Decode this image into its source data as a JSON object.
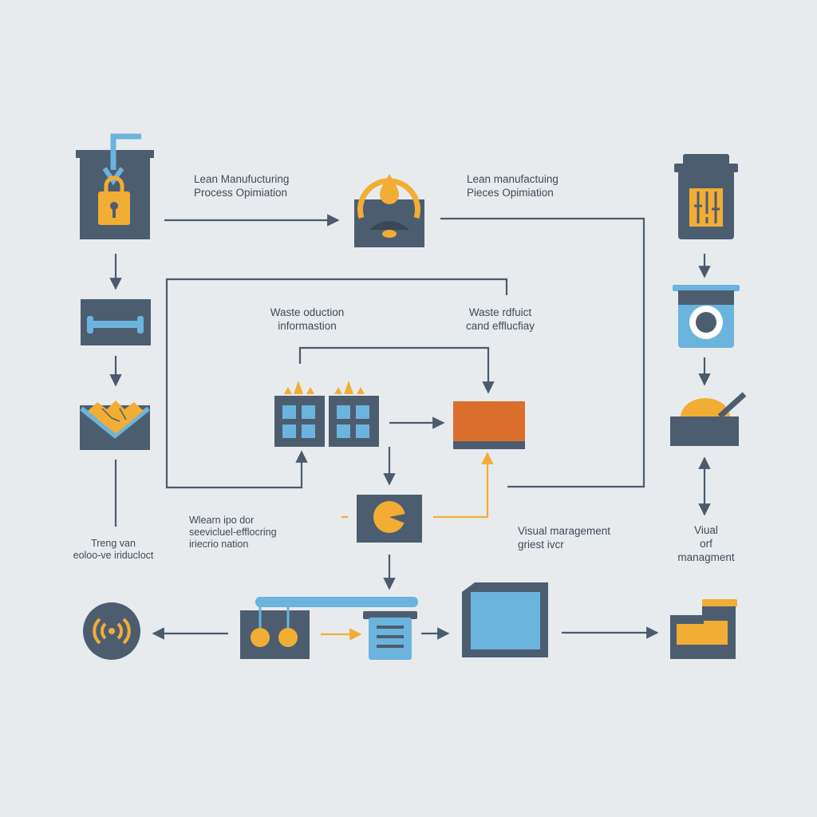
{
  "colors": {
    "background": "#e7ebed",
    "slate": "#4d5d70",
    "line": "#4b5b6d",
    "blue": "#6bb4dd",
    "orange": "#f2ad35",
    "red_orange": "#db6e2c",
    "text": "#3e4a58"
  },
  "labels": {
    "top_left": {
      "line1": "Lean Manufucturing",
      "line2": "Process Opimiation"
    },
    "top_right": {
      "line1": "Lean manufactuing",
      "line2": "Pieces Opimiation"
    },
    "mid_left": {
      "line1": "Waste oduction",
      "line2": "informastion"
    },
    "mid_right": {
      "line1": "Waste rdfuict",
      "line2": "cand efflucfiay"
    },
    "left_side": {
      "line1": "Treng van",
      "line2": "eoloo-ve iriducloct"
    },
    "center_left": {
      "line1": "Wlearn  ipo dor",
      "line2": "seevicluel-efflocring",
      "line3": "iriecrio nation"
    },
    "center_right": {
      "line1": "Visual maragement",
      "line2": "griest  ivcr"
    },
    "right_side": {
      "line1": "Viual",
      "line2": "orf",
      "line3": "managment"
    }
  },
  "icons": [
    "inbox-lock-icon",
    "gauge-drop-icon",
    "document-bin-icon",
    "dumbbell-icon",
    "camera-bin-icon",
    "envelope-gold-icon",
    "kanban-grid-icon",
    "orange-panel-icon",
    "pie-gauge-icon",
    "bowl-icon",
    "signal-icon",
    "conveyor-icon",
    "server-list-icon",
    "blue-box-icon",
    "folder-icon"
  ]
}
